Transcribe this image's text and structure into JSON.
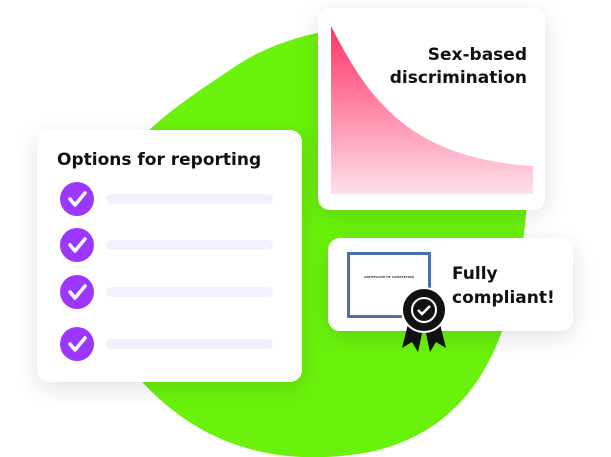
{
  "reporting_card": {
    "title": "Options for reporting",
    "items": [
      {
        "checked": true
      },
      {
        "checked": true
      },
      {
        "checked": true
      },
      {
        "checked": true
      }
    ]
  },
  "chart_card": {
    "title_line1": "Sex-based",
    "title_line2": "discrimination"
  },
  "certificate_card": {
    "line1": "Fully",
    "line2": "compliant!",
    "certificate_heading": "CERTIFICATE OF COMPLETION"
  },
  "colors": {
    "blob": "#6af20c",
    "check": "#9b37ff",
    "curve_top": "#ff3366",
    "curve_bottom": "#ffe0ea",
    "cert_border": "#4a6fb0"
  }
}
